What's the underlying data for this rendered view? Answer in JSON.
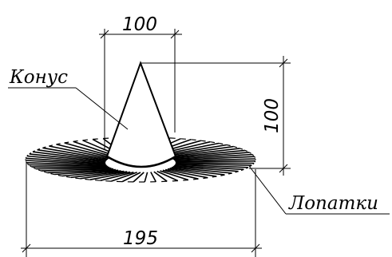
{
  "labels": {
    "cone": "Конус",
    "blades": "Лопатки"
  },
  "dimensions": {
    "top_width": "100",
    "height": "100",
    "base_width": "195"
  },
  "colors": {
    "line": "#000000",
    "background": "#ffffff"
  }
}
